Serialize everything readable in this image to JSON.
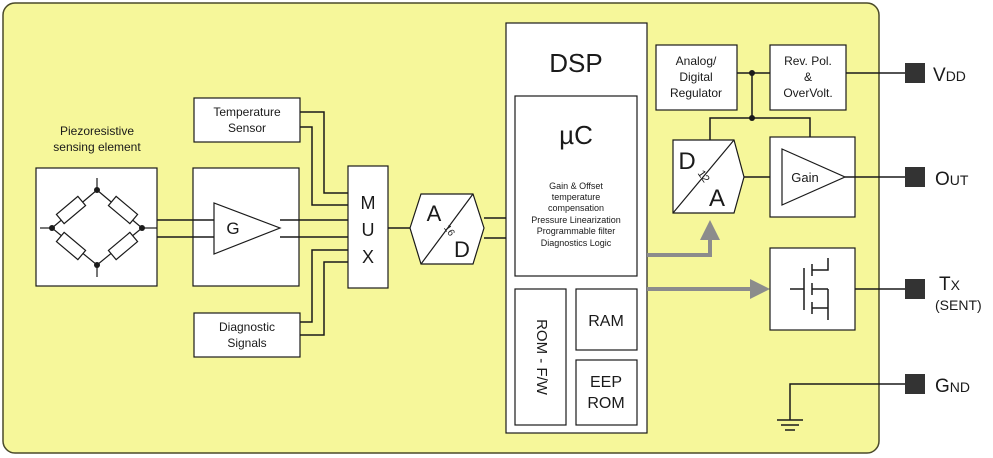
{
  "colors": {
    "chip_fill": "#f6f79a",
    "chip_stroke": "#4a4a2a",
    "block_fill": "#ffffff",
    "line": "#1a1a1a",
    "arrow": "#8c8c8c",
    "pin": "#333333"
  },
  "labels": {
    "piezo_line1": "Piezoresistive",
    "piezo_line2": "sensing element",
    "temp_line1": "Temperature",
    "temp_line2": "Sensor",
    "diag_line1": "Diagnostic",
    "diag_line2": "Signals",
    "amp_label": "G",
    "mux_m": "M",
    "mux_u": "U",
    "mux_x": "X",
    "adc_a": "A",
    "adc_d": "D",
    "adc_bits": "16",
    "dsp_title": "DSP",
    "uc_title": "µC",
    "uc_line1": "Gain & Offset",
    "uc_line2": "temperature",
    "uc_line3": "compensation",
    "uc_line4": "Pressure Linearization",
    "uc_line5": "Programmable filter",
    "uc_line6": "Diagnostics Logic",
    "rom_label": "ROM - F/W",
    "ram_label": "RAM",
    "eep_line1": "EEP",
    "eep_line2": "ROM",
    "reg_line1": "Analog/",
    "reg_line2": "Digital",
    "reg_line3": "Regulator",
    "prot_line1": "Rev. Pol.",
    "prot_line2": "&",
    "prot_line3": "OverVolt.",
    "dac_d": "D",
    "dac_a": "A",
    "dac_bits": "12",
    "gain_label": "Gain"
  },
  "pins": {
    "vdd_main": "V",
    "vdd_sub": "DD",
    "out_main": "O",
    "out_sub": "UT",
    "tx_main": "T",
    "tx_sub": "X",
    "tx_note": "(SENT)",
    "gnd_main": "G",
    "gnd_sub": "ND"
  }
}
